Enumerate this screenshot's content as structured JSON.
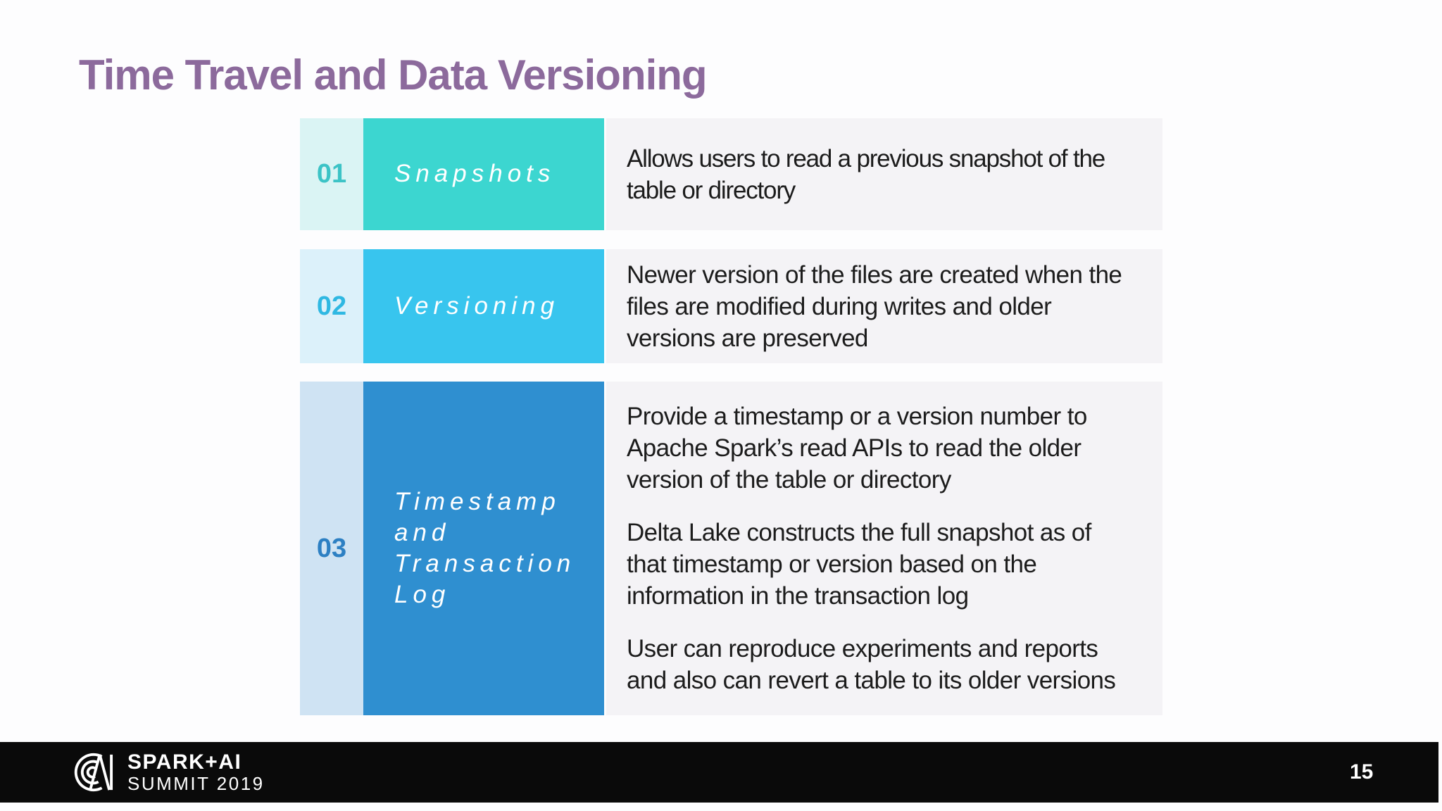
{
  "title": {
    "text": "Time Travel and Data Versioning",
    "color": "#8c6a9c"
  },
  "background_color": "#fdfdfe",
  "description_panel_color": "#f4f3f6",
  "description_text_color": "#1c1c1c",
  "rows": [
    {
      "number": "01",
      "label_lines": [
        "Snapshots"
      ],
      "paragraphs": [
        "Allows users to read a previous snapshot of the table or directory"
      ],
      "colors": {
        "number_bg": "#daf4f4",
        "number_text": "#3cc3c6",
        "label_bg": "#3cd6d0"
      }
    },
    {
      "number": "02",
      "label_lines": [
        "Versioning"
      ],
      "paragraphs": [
        "Newer version of the files are created when the files are modified during writes and older versions are preserved"
      ],
      "colors": {
        "number_bg": "#dcf1fa",
        "number_text": "#2fb8e2",
        "label_bg": "#38c5ee"
      }
    },
    {
      "number": "03",
      "label_lines": [
        "Timestamp and",
        "Transaction",
        "Log"
      ],
      "paragraphs": [
        "Provide a timestamp or a version number to Apache Spark’s read APIs to read the older version of the table or directory",
        "Delta Lake constructs the full snapshot as of that timestamp or version based on the information in the transaction log",
        "User can reproduce experiments and reports and also can revert a table to its older versions"
      ],
      "colors": {
        "number_bg": "#cfe3f3",
        "number_text": "#2d80c3",
        "label_bg": "#2f8fd0"
      }
    }
  ],
  "footer": {
    "logo_icon": "spark-ai-summit-logo",
    "brand_line1": "SPARK+AI",
    "brand_line2": "SUMMIT 2019",
    "page_number": "15",
    "bar_color": "#0a0a0a",
    "text_color": "#ffffff"
  }
}
